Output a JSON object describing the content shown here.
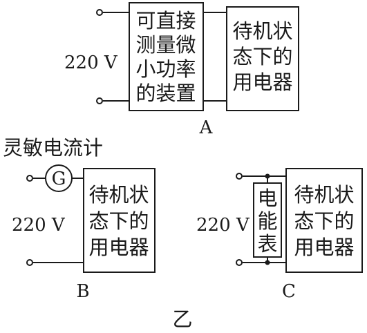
{
  "figure": {
    "caption": "乙"
  },
  "circuit_a": {
    "label": "A",
    "voltage": "220 V",
    "device_lines": [
      "可直接",
      "测量微",
      "小功率",
      "的装置"
    ],
    "appliance_lines": [
      "待机状",
      "态下的",
      "用电器"
    ]
  },
  "circuit_b": {
    "label": "B",
    "voltage": "220 V",
    "meter_name": "灵敏电流计",
    "meter_symbol": "G",
    "appliance_lines": [
      "待机状",
      "态下的",
      "用电器"
    ]
  },
  "circuit_c": {
    "label": "C",
    "voltage": "220 V",
    "meter_lines": [
      "电",
      "能",
      "表"
    ],
    "appliance_lines": [
      "待机状",
      "态下的",
      "用电器"
    ]
  }
}
